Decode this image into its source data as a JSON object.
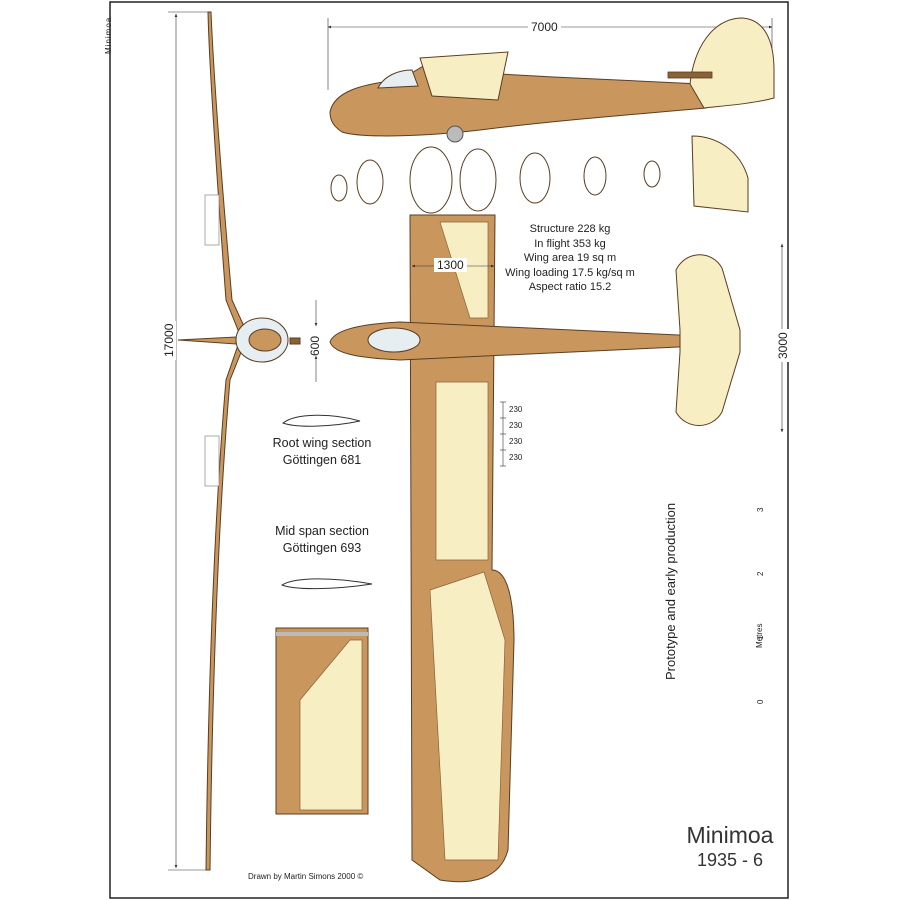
{
  "sheet_label": "Minimoa",
  "title": "Minimoa",
  "years": "1935 - 6",
  "credit": "Drawn by Martin Simons 2000 ©",
  "stats": [
    "Structure 228 kg",
    "In flight 353 kg",
    "Wing area 19 sq m",
    "Wing loading 17.5 kg/sq m",
    "Aspect ratio 15.2"
  ],
  "variant": "Prototype and early production",
  "dimensions": {
    "length": "7000",
    "span": "17000",
    "wing_chord": "1300",
    "tailplane_span": "3000",
    "front_height": "600",
    "rib_spacing": [
      "230",
      "230",
      "230",
      "230"
    ]
  },
  "sections": {
    "root_title": "Root wing section",
    "root_profile": "Göttingen 681",
    "mid_title": "Mid span section",
    "mid_profile": "Göttingen 693"
  },
  "scale": {
    "unit": "Metres",
    "ticks": [
      "0",
      "1",
      "2",
      "3"
    ]
  },
  "colors": {
    "skin": "#c9975e",
    "skin_dark": "#8a6238",
    "structure": "#f7eec3",
    "outline": "#5a3d22",
    "glass": "#e6eef2"
  }
}
